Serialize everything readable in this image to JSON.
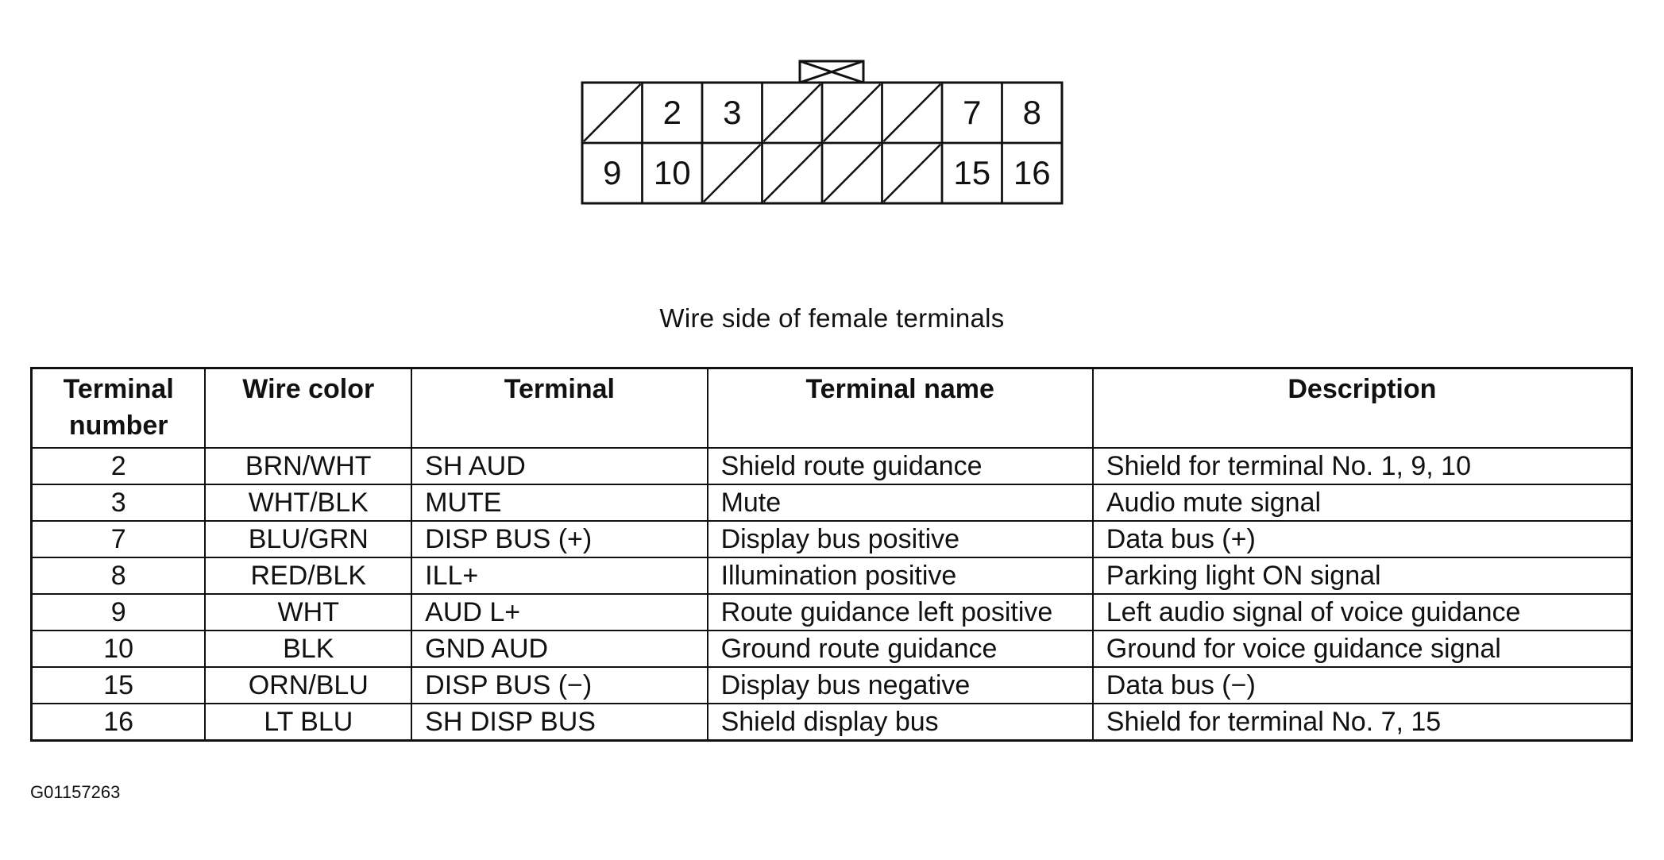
{
  "connector": {
    "rows": [
      [
        {
          "label": "",
          "empty": true
        },
        {
          "label": "2"
        },
        {
          "label": "3"
        },
        {
          "label": "",
          "empty": true
        },
        {
          "label": "",
          "empty": true
        },
        {
          "label": "",
          "empty": true
        },
        {
          "label": "7"
        },
        {
          "label": "8"
        }
      ],
      [
        {
          "label": "9"
        },
        {
          "label": "10"
        },
        {
          "label": "",
          "empty": true
        },
        {
          "label": "",
          "empty": true
        },
        {
          "label": "",
          "empty": true
        },
        {
          "label": "",
          "empty": true
        },
        {
          "label": "15"
        },
        {
          "label": "16"
        }
      ]
    ]
  },
  "caption": "Wire side of female terminals",
  "table": {
    "headers": [
      "Terminal number",
      "Wire color",
      "Terminal",
      "Terminal name",
      "Description"
    ],
    "rows": [
      [
        "2",
        "BRN/WHT",
        "SH AUD",
        "Shield route guidance",
        "Shield for terminal No. 1, 9, 10"
      ],
      [
        "3",
        "WHT/BLK",
        "MUTE",
        "Mute",
        "Audio mute signal"
      ],
      [
        "7",
        "BLU/GRN",
        "DISP BUS (+)",
        "Display bus positive",
        "Data bus (+)"
      ],
      [
        "8",
        "RED/BLK",
        "ILL+",
        "Illumination positive",
        "Parking light ON signal"
      ],
      [
        "9",
        "WHT",
        "AUD L+",
        "Route guidance left positive",
        "Left audio signal of voice guidance"
      ],
      [
        "10",
        "BLK",
        "GND AUD",
        "Ground route guidance",
        "Ground for voice guidance signal"
      ],
      [
        "15",
        "ORN/BLU",
        "DISP BUS (−)",
        "Display bus negative",
        "Data bus (−)"
      ],
      [
        "16",
        "LT BLU",
        "SH DISP BUS",
        "Shield display bus",
        "Shield for terminal No. 7, 15"
      ]
    ]
  },
  "figure_id": "G01157263"
}
